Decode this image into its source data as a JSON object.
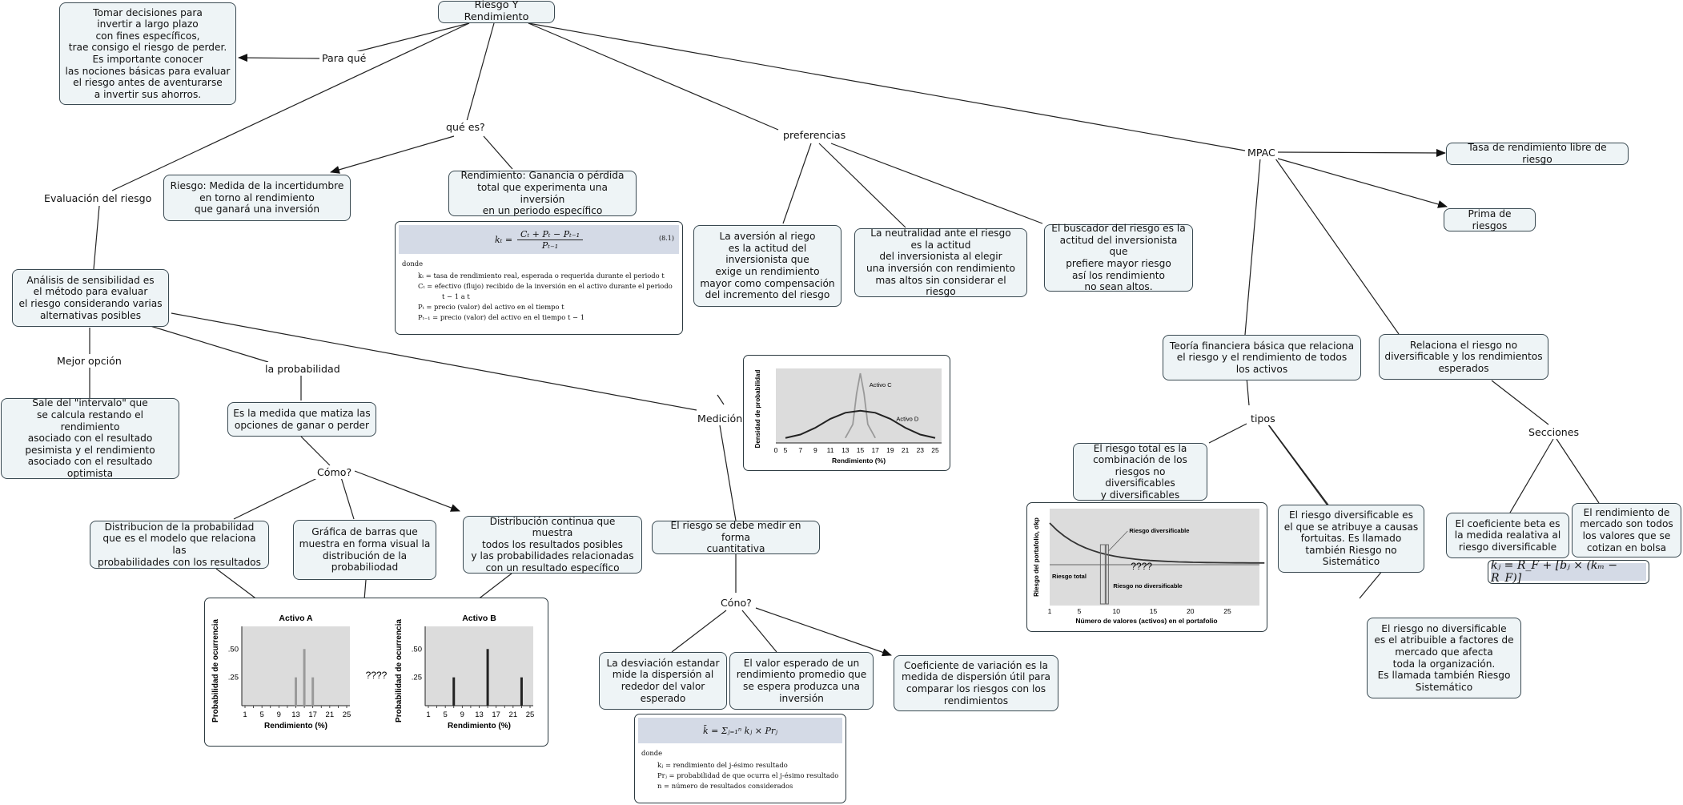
{
  "title": "Riesgo Y Rendimiento",
  "labels": {
    "para_que": "Para qué",
    "que_es": "qué es?",
    "preferencias": "preferencias",
    "mpac": "MPAC",
    "evaluacion": "Evaluación del riesgo",
    "mejor_opcion": "Mejor opción",
    "la_probabilidad": "la probabilidad",
    "como": "Cómo?",
    "medicion": "Medición",
    "cono": "Cóno?",
    "tipos": "tipos",
    "secciones": "Secciones",
    "qqqq1": "????",
    "qqqq2": "????"
  },
  "nodes": {
    "decisiones": "Tomar decisiones para\ninvertir a largo plazo\ncon fines específicos,\ntrae consigo el riesgo de perder.\nEs importante conocer\nlas nociones básicas para evaluar\nel riesgo antes de aventurarse\na invertir sus ahorros.",
    "riesgo_def": "Riesgo: Medida de la incertidumbre\nen torno al rendimiento\nque ganará una inversión",
    "rendimiento_def": "Rendimiento: Ganancia o pérdida\ntotal que experimenta una inversión\nen un periodo específico",
    "aversion": "La aversión al riego\nes la actitud del\ninversionista que\nexige un rendimiento\nmayor como compensación\ndel incremento del riesgo",
    "neutralidad": "La neutralidad ante el riesgo\nes la actitud\ndel inversionista al elegir\nuna inversión con rendimiento\nmas altos sin considerar el riesgo",
    "buscador": "El buscador del riesgo es la\nactitud del inversionista que\nprefiere mayor riesgo\nasí los rendimiento\nno sean altos.",
    "tasa_libre": "Tasa de rendimiento libre de riesgo",
    "prima": "Prima de riesgos",
    "teoria": "Teoría financiera básica que relaciona\nel riesgo y el rendimiento de todos\nlos activos",
    "relaciona": "Relaciona el riesgo no\ndiversificable y los rendimientos\nesperados",
    "sensibilidad": "Análisis de sensibilidad es\nel método para evaluar\nel riesgo considerando varias\nalternativas posibles",
    "intervalo": "Sale del \"intervalo\" que\nse calcula restando el rendimiento\nasociado con el resultado\npesimista y el rendimiento\nasociado con el resultado\noptimista",
    "matiza": "Es la medida que matiza las\nopciones de ganar o perder",
    "distribucion_prob": "Distribucion de la probabilidad\nque es el modelo que relaciona las\nprobabilidades con los resultados",
    "grafica_barras": "Gráfica de barras que\nmuestra en forma visual la\ndistribución de la\nprobabiliodad",
    "distribucion_cont": "Distribución continua que muestra\ntodos los resultados posibles\ny las probabilidades relacionadas\ncon un resultado específico",
    "medir": "El riesgo se debe medir en forma\ncuantitativa",
    "desviacion": "La desviación estandar\nmide la dispersión al\nrededor del valor\nesperado",
    "valor_esperado": "El valor esperado de un\nrendimiento promedio que\nse espera produzca una\ninversión",
    "coeficiente": "Coeficiente de variación es la\nmedida de dispersión útil para\ncomparar los riesgos con los\nrendimientos",
    "riesgo_total": "El riesgo total es la\ncombinación de los\nriesgos no diversificables\ny diversificables",
    "diversificable": "El riesgo diversificable es\nel que se atribuye a causas\nfortuitas. Es llamado\ntambién Riesgo no\nSistemático",
    "no_diversificable": "El riesgo no diversificable\nes el atribuible a factores de\nmercado que afecta\ntoda la organización.\nEs llamada también Riesgo\nSistemático",
    "beta": "El coeficiente beta es\nla medida realativa al\nriesgo diversificable",
    "rend_mercado": "El rendimiento de\nmercado son todos\nlos valores que se\ncotizan en bolsa"
  },
  "formula_return": {
    "lhs": "kₜ =",
    "numerator": "Cₜ + Pₜ − Pₜ₋₁",
    "denominator": "Pₜ₋₁",
    "eq_number": "(8.1)",
    "donde": "donde",
    "defs": [
      "kₜ = tasa de rendimiento real, esperada o requerida durante el periodo t",
      "Cₜ = efectivo (flujo) recibido de la inversión en el activo durante el periodo",
      "t − 1 a t",
      "Pₜ = precio (valor) del activo en el tiempo t",
      "Pₜ₋₁ = precio (valor) del activo en el tiempo t − 1"
    ]
  },
  "formula_expected": {
    "expr": "k̄ = Σⱼ₌₁ⁿ kⱼ × Prⱼ",
    "donde": "donde",
    "defs": [
      "kⱼ = rendimiento del j-ésimo resultado",
      "Prⱼ = probabilidad de que ocurra el j-ésimo resultado",
      "n = número de resultados considerados"
    ]
  },
  "formula_capm": "kⱼ = R_F + [bⱼ × (kₘ − R_F)]",
  "chart_data": [
    {
      "type": "line",
      "title": "",
      "xlabel": "Rendimiento (%)",
      "ylabel": "Densidad de probabilidad",
      "x_ticks": [
        "0",
        "5",
        "7",
        "9",
        "11",
        "13",
        "15",
        "17",
        "19",
        "21",
        "23",
        "25"
      ],
      "series": [
        {
          "name": "Activo C",
          "x": [
            13,
            14,
            14.5,
            15,
            15.5,
            16,
            17
          ],
          "y": [
            0.05,
            0.25,
            0.7,
            1.0,
            0.7,
            0.25,
            0.05
          ]
        },
        {
          "name": "Activo D",
          "x": [
            5,
            7,
            9,
            11,
            13,
            15,
            17,
            19,
            21,
            23,
            25
          ],
          "y": [
            0.05,
            0.1,
            0.2,
            0.33,
            0.42,
            0.45,
            0.42,
            0.33,
            0.2,
            0.1,
            0.05
          ]
        }
      ]
    },
    {
      "type": "bar",
      "title": "Activo A",
      "xlabel": "Rendimiento (%)",
      "ylabel": "Probabilidad de ocurrencia",
      "x_ticks": [
        "1",
        "5",
        "9",
        "13",
        "17",
        "21",
        "25"
      ],
      "y_ticks": [
        ".50",
        ".25"
      ],
      "ylim": [
        0,
        0.7
      ],
      "x": [
        13,
        15,
        17
      ],
      "values": [
        0.25,
        0.5,
        0.25
      ]
    },
    {
      "type": "bar",
      "title": "Activo B",
      "xlabel": "Rendimiento (%)",
      "ylabel": "Probabilidad de ocurrencia",
      "x_ticks": [
        "1",
        "5",
        "9",
        "13",
        "17",
        "21",
        "25"
      ],
      "y_ticks": [
        ".50",
        ".25"
      ],
      "ylim": [
        0,
        0.7
      ],
      "x": [
        7,
        15,
        23
      ],
      "values": [
        0.25,
        0.5,
        0.25
      ]
    },
    {
      "type": "line",
      "title": "",
      "xlabel": "Número de valores (activos) en el portafolio",
      "ylabel": "Riesgo del portafolio, σkp",
      "x_ticks": [
        "1",
        "5",
        "10",
        "15",
        "20",
        "25"
      ],
      "annotations": [
        "Riesgo diversificable",
        "Riesgo total",
        "Riesgo no diversificable"
      ]
    }
  ]
}
